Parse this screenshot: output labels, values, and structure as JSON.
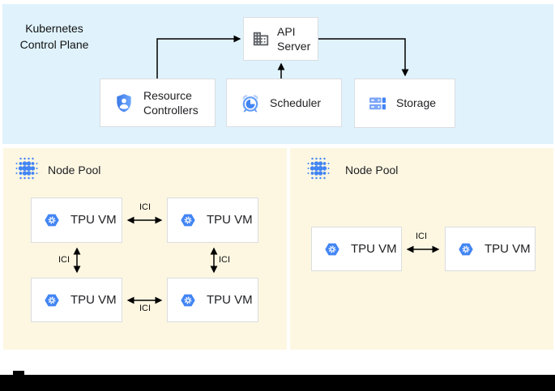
{
  "colors": {
    "control_plane_bg": "#e0f3fd",
    "node_pool_bg": "#fdf7e2",
    "primary_blue": "#4285f4",
    "light_blue": "#669df6",
    "pale_blue": "#aecbfa",
    "icon_gray": "#5f6368",
    "box_border": "#dadce0",
    "arrow": "#000000"
  },
  "control_plane": {
    "title": "Kubernetes Control Plane",
    "api_server": {
      "label": "API Server",
      "icon": "building-icon"
    },
    "resource_controllers": {
      "label": "Resource Controllers",
      "icon": "shield-user-icon"
    },
    "scheduler": {
      "label": "Scheduler",
      "icon": "alarm-clock-icon"
    },
    "storage": {
      "label": "Storage",
      "icon": "server-stack-icon"
    }
  },
  "node_pools": [
    {
      "label": "Node Pool",
      "icon": "dot-grid-icon",
      "vms": [
        {
          "label": "TPU VM",
          "icon": "tpu-hexagon-icon"
        },
        {
          "label": "TPU VM",
          "icon": "tpu-hexagon-icon"
        },
        {
          "label": "TPU VM",
          "icon": "tpu-hexagon-icon"
        },
        {
          "label": "TPU VM",
          "icon": "tpu-hexagon-icon"
        }
      ]
    },
    {
      "label": "Node Pool",
      "icon": "dot-grid-icon",
      "vms": [
        {
          "label": "TPU VM",
          "icon": "tpu-hexagon-icon"
        },
        {
          "label": "TPU VM",
          "icon": "tpu-hexagon-icon"
        }
      ]
    }
  ],
  "interconnect_label": "ICI"
}
